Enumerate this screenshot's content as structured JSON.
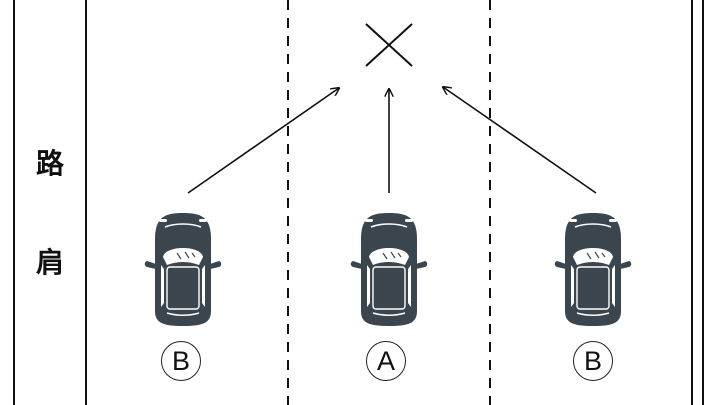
{
  "road": {
    "shoulder_label_top": "路",
    "shoulder_label_bottom": "肩"
  },
  "cars": [
    {
      "id": "left",
      "label": "B"
    },
    {
      "id": "center",
      "label": "A"
    },
    {
      "id": "right",
      "label": "B"
    }
  ],
  "colors": {
    "car_body": "#3a454d",
    "line": "#111111"
  },
  "icons": {
    "target": "cross-mark-icon",
    "vehicle": "car-top-view-icon"
  }
}
